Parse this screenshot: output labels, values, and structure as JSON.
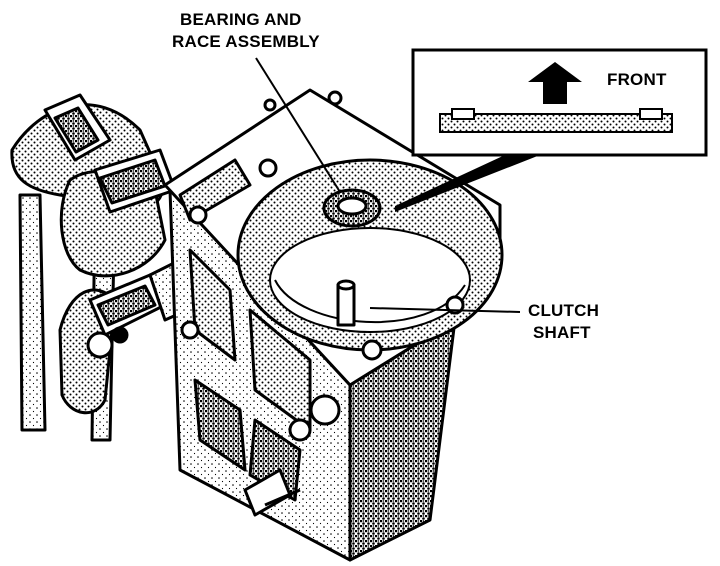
{
  "labels": {
    "bearing_line1": "BEARING AND",
    "bearing_line2": "RACE ASSEMBLY",
    "front": "FRONT",
    "clutch_line1": "CLUTCH",
    "clutch_line2": "SHAFT"
  }
}
